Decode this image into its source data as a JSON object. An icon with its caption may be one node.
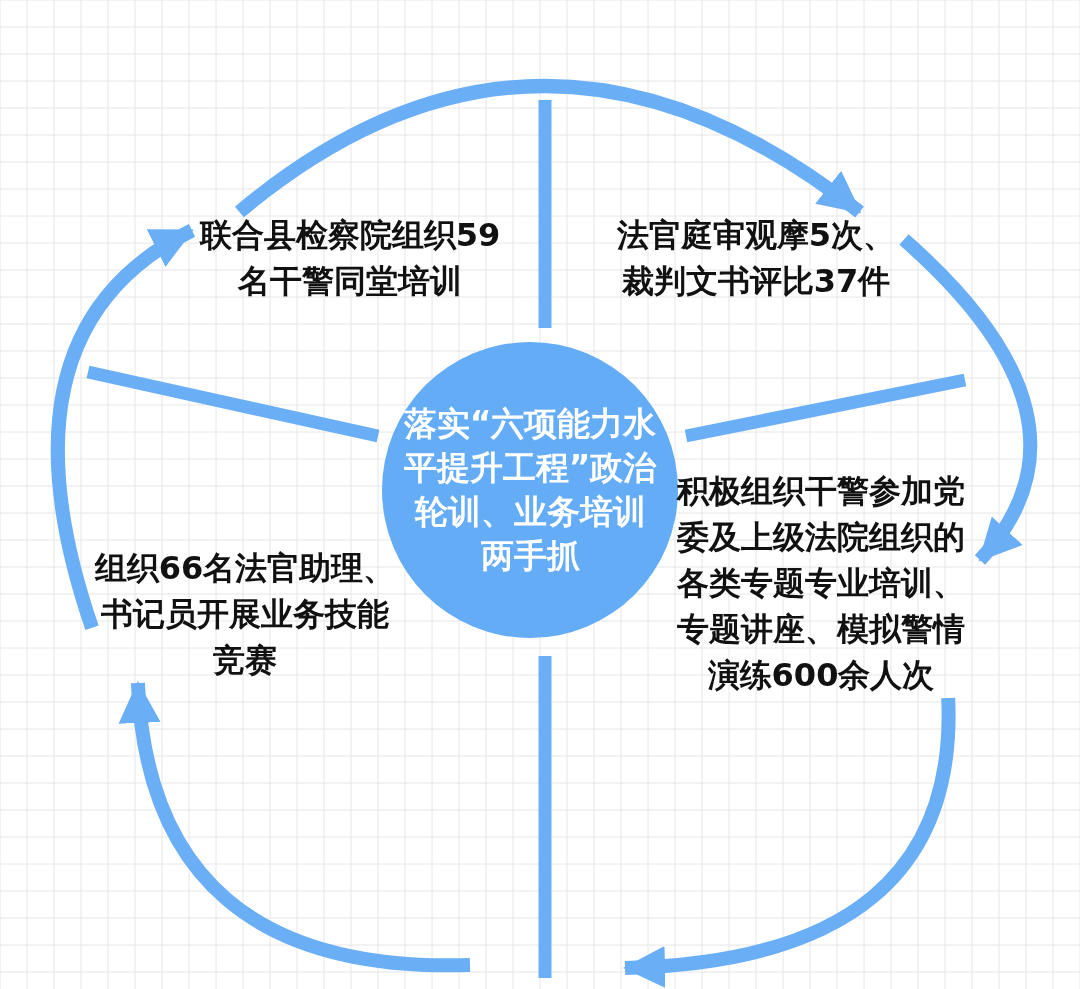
{
  "diagram": {
    "nodes": [
      {
        "text": [
          "落实“六项能力水平提升工程”政治轮训、业务培训两手抓"
        ]
      },
      {
        "text": [
          "联合县检察院组织59名干警同堂培训"
        ]
      },
      {
        "text": [
          "法官庭审观摩5次、裁判文书评比37件"
        ]
      },
      {
        "text": [
          "积极组织干警参加党委及上级法院组织的各类专题专业培训、专题讲座、模拟警情演练600余人次"
        ]
      },
      {
        "text": [
          "组织66名法官助理、书记员开展业务技能竞赛"
        ]
      }
    ],
    "edges": [
      {
        "from": 1,
        "to": 2,
        "arrow": "to"
      },
      {
        "from": 2,
        "to": 3,
        "arrow": "to"
      },
      {
        "from": 3,
        "to": null,
        "arrow": "to"
      },
      {
        "from": null,
        "to": 4,
        "arrow": "to"
      },
      {
        "from": 4,
        "to": 1,
        "arrow": "to"
      }
    ]
  }
}
